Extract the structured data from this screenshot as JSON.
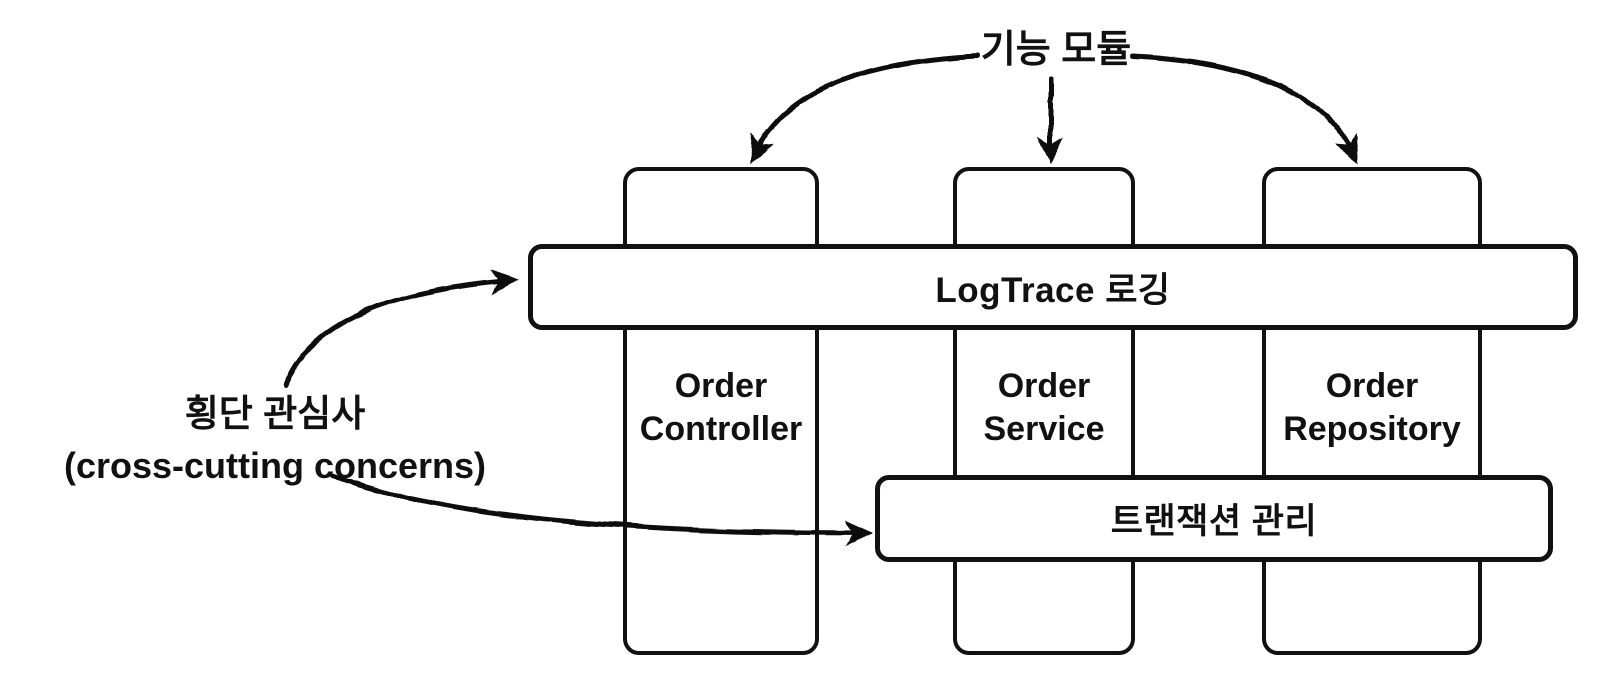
{
  "diagram": {
    "title_hint": "cross-cutting concerns vs feature modules",
    "colors": {
      "ink": "#111111",
      "background": "#ffffff"
    },
    "feature_label": "기능 모듈",
    "cross_cutting": {
      "ko": "횡단 관심사",
      "en": "(cross-cutting concerns)"
    },
    "modules": [
      {
        "label": "Order\nController"
      },
      {
        "label": "Order\nService"
      },
      {
        "label": "Order\nRepository"
      }
    ],
    "concerns": [
      {
        "label": "LogTrace 로깅"
      },
      {
        "label": "트랜잭션 관리"
      }
    ]
  }
}
